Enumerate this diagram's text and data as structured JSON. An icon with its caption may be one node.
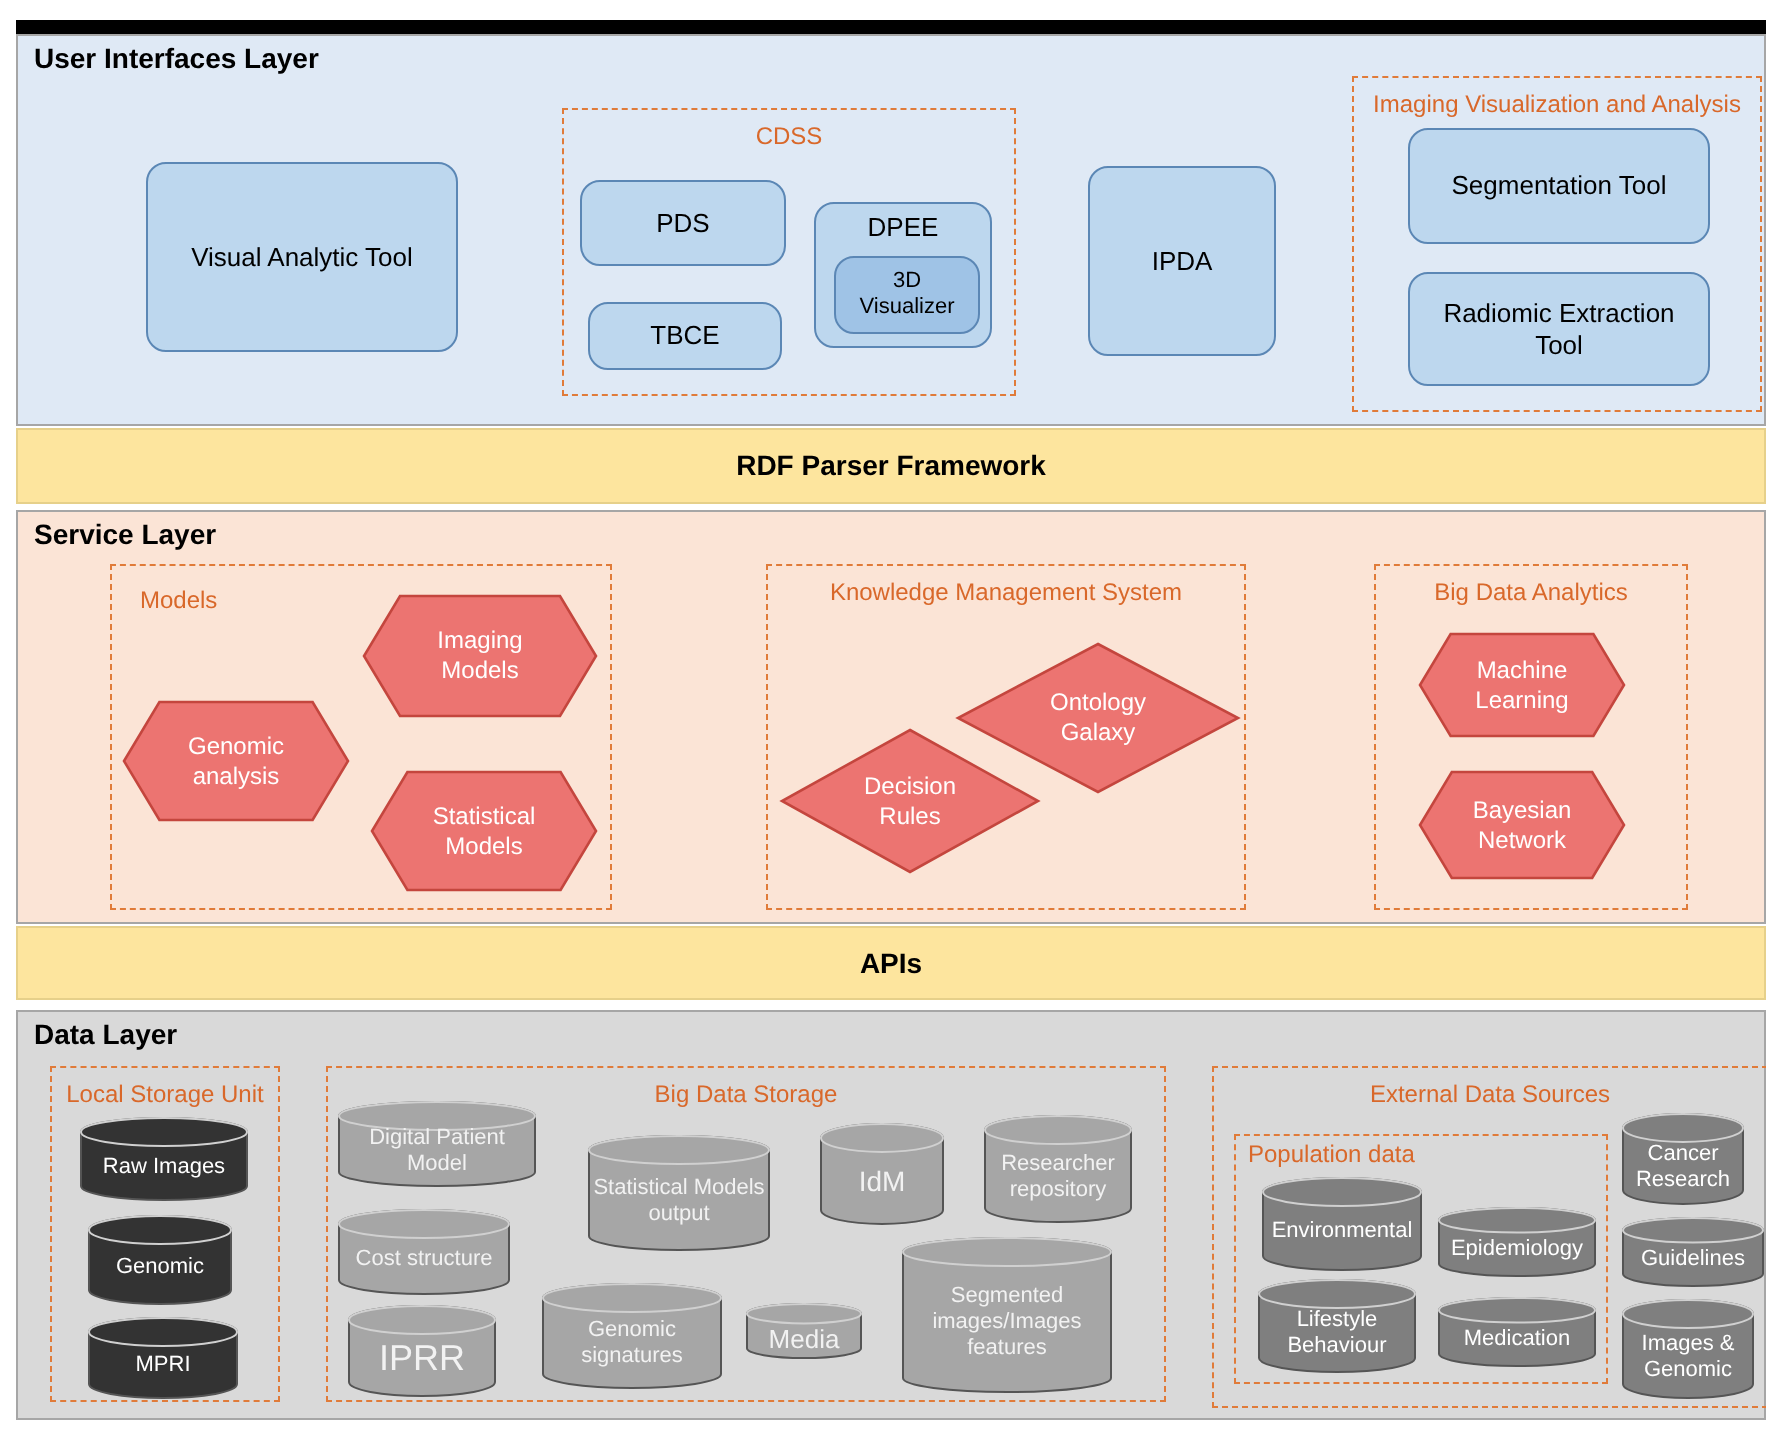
{
  "diagram": {
    "nodes": [
      {
        "text": [
          "User Interfaces Layer"
        ]
      },
      {
        "text": [
          "Visual Analytic Tool"
        ],
        "in": 0
      },
      {
        "text": [
          "CDSS"
        ],
        "in": 0
      },
      {
        "text": [
          "PDS"
        ],
        "in": 2
      },
      {
        "text": [
          "TBCE"
        ],
        "in": 2
      },
      {
        "text": [
          "DPEE"
        ],
        "in": 2
      },
      {
        "text": [
          "3D Visualizer"
        ],
        "in": 5
      },
      {
        "text": [
          "IPDA"
        ],
        "in": 0
      },
      {
        "text": [
          "Imaging Visualization and Analysis"
        ],
        "in": 0
      },
      {
        "text": [
          "Segmentation Tool"
        ],
        "in": 8
      },
      {
        "text": [
          "Radiomic Extraction Tool"
        ],
        "in": 8
      },
      {
        "text": [
          "RDF Parser Framework"
        ]
      },
      {
        "text": [
          "Service Layer"
        ]
      },
      {
        "text": [
          "Models"
        ],
        "in": 12
      },
      {
        "text": [
          "Imaging Models"
        ],
        "in": 13
      },
      {
        "text": [
          "Genomic analysis"
        ],
        "in": 13
      },
      {
        "text": [
          "Statistical Models"
        ],
        "in": 13
      },
      {
        "text": [
          "Knowledge Management System"
        ],
        "in": 12
      },
      {
        "text": [
          "Ontology Galaxy"
        ],
        "in": 17
      },
      {
        "text": [
          "Decision Rules"
        ],
        "in": 17
      },
      {
        "text": [
          "Big Data Analytics"
        ],
        "in": 12
      },
      {
        "text": [
          "Machine Learning"
        ],
        "in": 20
      },
      {
        "text": [
          "Bayesian Network"
        ],
        "in": 20
      },
      {
        "text": [
          "APIs"
        ]
      },
      {
        "text": [
          "Data Layer"
        ]
      },
      {
        "text": [
          "Local Storage Unit"
        ],
        "in": 24
      },
      {
        "text": [
          "Raw Images"
        ],
        "in": 25
      },
      {
        "text": [
          "Genomic"
        ],
        "in": 25
      },
      {
        "text": [
          "MPRI"
        ],
        "in": 25
      },
      {
        "text": [
          "Big Data Storage"
        ],
        "in": 24
      },
      {
        "text": [
          "Digital Patient Model"
        ],
        "in": 29
      },
      {
        "text": [
          "Statistical Models output"
        ],
        "in": 29
      },
      {
        "text": [
          "IdM"
        ],
        "in": 29
      },
      {
        "text": [
          "Researcher repository"
        ],
        "in": 29
      },
      {
        "text": [
          "Cost structure"
        ],
        "in": 29
      },
      {
        "text": [
          "Genomic signatures"
        ],
        "in": 29
      },
      {
        "text": [
          "Media"
        ],
        "in": 29
      },
      {
        "text": [
          "IPRR"
        ],
        "in": 29
      },
      {
        "text": [
          "Segmented images/Images features"
        ],
        "in": 29
      },
      {
        "text": [
          "External Data Sources"
        ],
        "in": 24
      },
      {
        "text": [
          "Population data"
        ],
        "in": 39
      },
      {
        "text": [
          "Environmental"
        ],
        "in": 40
      },
      {
        "text": [
          "Epidemiology"
        ],
        "in": 40
      },
      {
        "text": [
          "Lifestyle Behaviour"
        ],
        "in": 40
      },
      {
        "text": [
          "Medication"
        ],
        "in": 40
      },
      {
        "text": [
          "Cancer Research"
        ],
        "in": 39
      },
      {
        "text": [
          "Guidelines"
        ],
        "in": 39
      },
      {
        "text": [
          "Images & Genomic"
        ],
        "in": 39
      }
    ]
  }
}
